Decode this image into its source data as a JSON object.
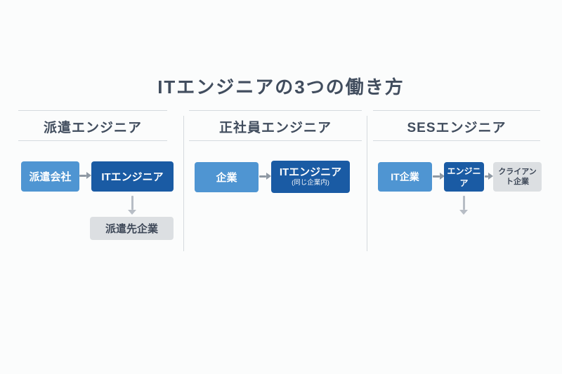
{
  "title": "ITエンジニアの3つの働き方",
  "colors": {
    "light_blue_box": "#4f95d2",
    "dark_blue_box": "#1a5ba4",
    "gray_box": "#dcdfe2",
    "heading_text": "#414d5e",
    "box_text": "#ffffff",
    "arrow_right": "#8f99a4",
    "arrow_down": "#b7bdc5",
    "divider": "#d5dade",
    "background": "#fbfcfc"
  },
  "columns": [
    {
      "header": "派遣エンジニア",
      "source_box": "派遣会社",
      "engineer_box": "ITエンジニア",
      "destination_box": "派遣先企業"
    },
    {
      "header": "正社員エンジニア",
      "source_box": "企業",
      "engineer_box": "ITエンジニア",
      "engineer_box_sub": "(同じ企業内)"
    },
    {
      "header": "SESエンジニア",
      "source_box": "IT企業",
      "engineer_box": "エンジニア",
      "client_box": "クライアント企業"
    }
  ]
}
